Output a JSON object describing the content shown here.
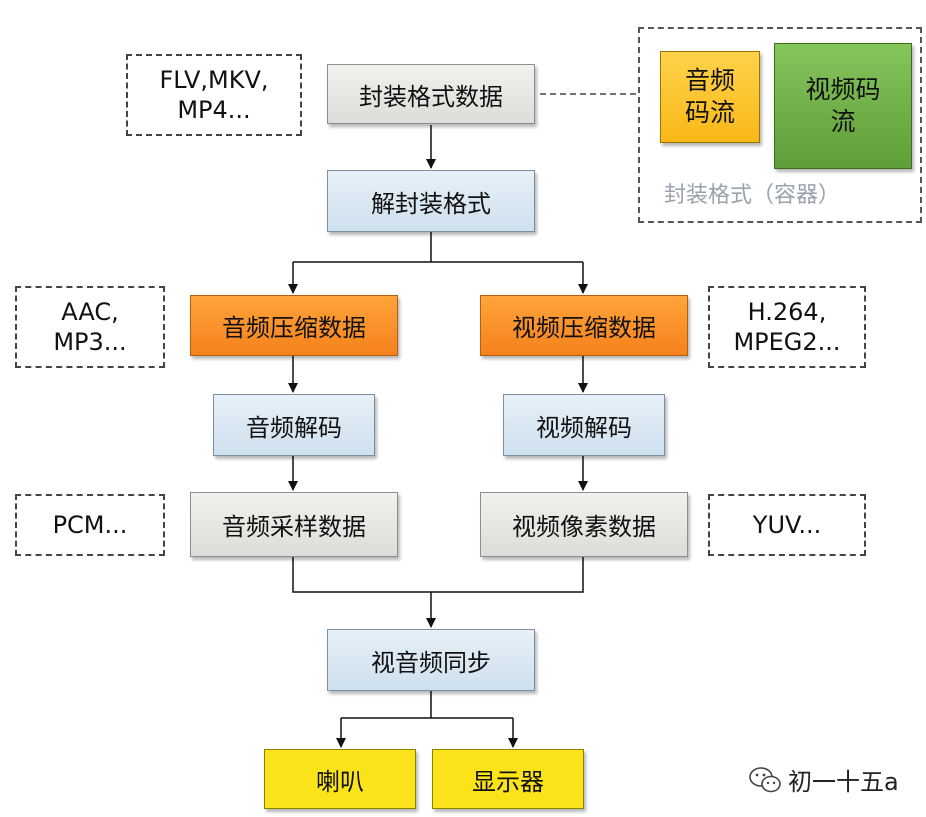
{
  "nodes": {
    "container_data": "封装格式数据",
    "demux": "解封装格式",
    "audio_compressed": "音频压缩数据",
    "video_compressed": "视频压缩数据",
    "audio_decode": "音频解码",
    "video_decode": "视频解码",
    "audio_samples": "音频采样数据",
    "video_pixels": "视频像素数据",
    "av_sync": "视音频同步",
    "speaker": "喇叭",
    "display": "显示器"
  },
  "notes": {
    "container_formats": [
      "FLV,MKV,",
      "MP4..."
    ],
    "audio_formats": [
      "AAC,",
      "MP3..."
    ],
    "video_formats": [
      "H.264,",
      "MPEG2..."
    ],
    "pcm": "PCM...",
    "yuv": "YUV..."
  },
  "container_legend": {
    "audio_stream": [
      "音频",
      "码流"
    ],
    "video_stream": [
      "视频码",
      "流"
    ],
    "label": "封装格式（容器）"
  },
  "watermark": {
    "text": "初一十五a",
    "icon": "wechat-icon"
  }
}
